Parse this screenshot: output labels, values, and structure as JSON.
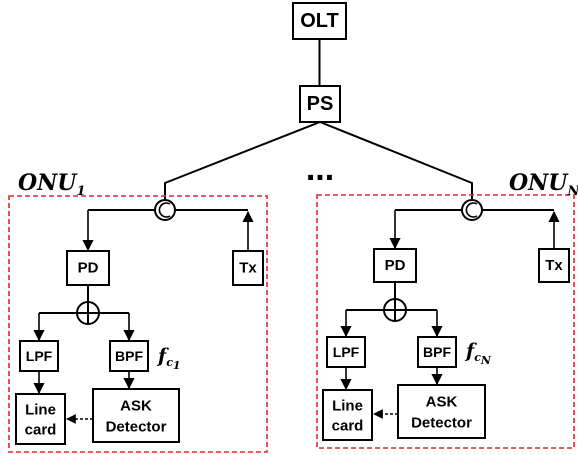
{
  "olt": "OLT",
  "splitter": "PS",
  "ellipsis": "...",
  "onu_left": {
    "name": "ONU",
    "index": "1",
    "pd": "PD",
    "tx": "Tx",
    "lpf": "LPF",
    "bpf": "BPF",
    "fc_symbol": "f",
    "fc_sub": "c",
    "fc_index": "1",
    "linecard_line1": "Line",
    "linecard_line2": "card",
    "ask_line1": "ASK",
    "ask_line2": "Detector"
  },
  "onu_right": {
    "name": "ONU",
    "index": "N",
    "pd": "PD",
    "tx": "Tx",
    "lpf": "LPF",
    "bpf": "BPF",
    "fc_symbol": "f",
    "fc_sub": "c",
    "fc_index": "N",
    "linecard_line1": "Line",
    "linecard_line2": "card",
    "ask_line1": "ASK",
    "ask_line2": "Detector"
  },
  "colors": {
    "onu_frame": "#e8242b",
    "lines": "#000000"
  }
}
